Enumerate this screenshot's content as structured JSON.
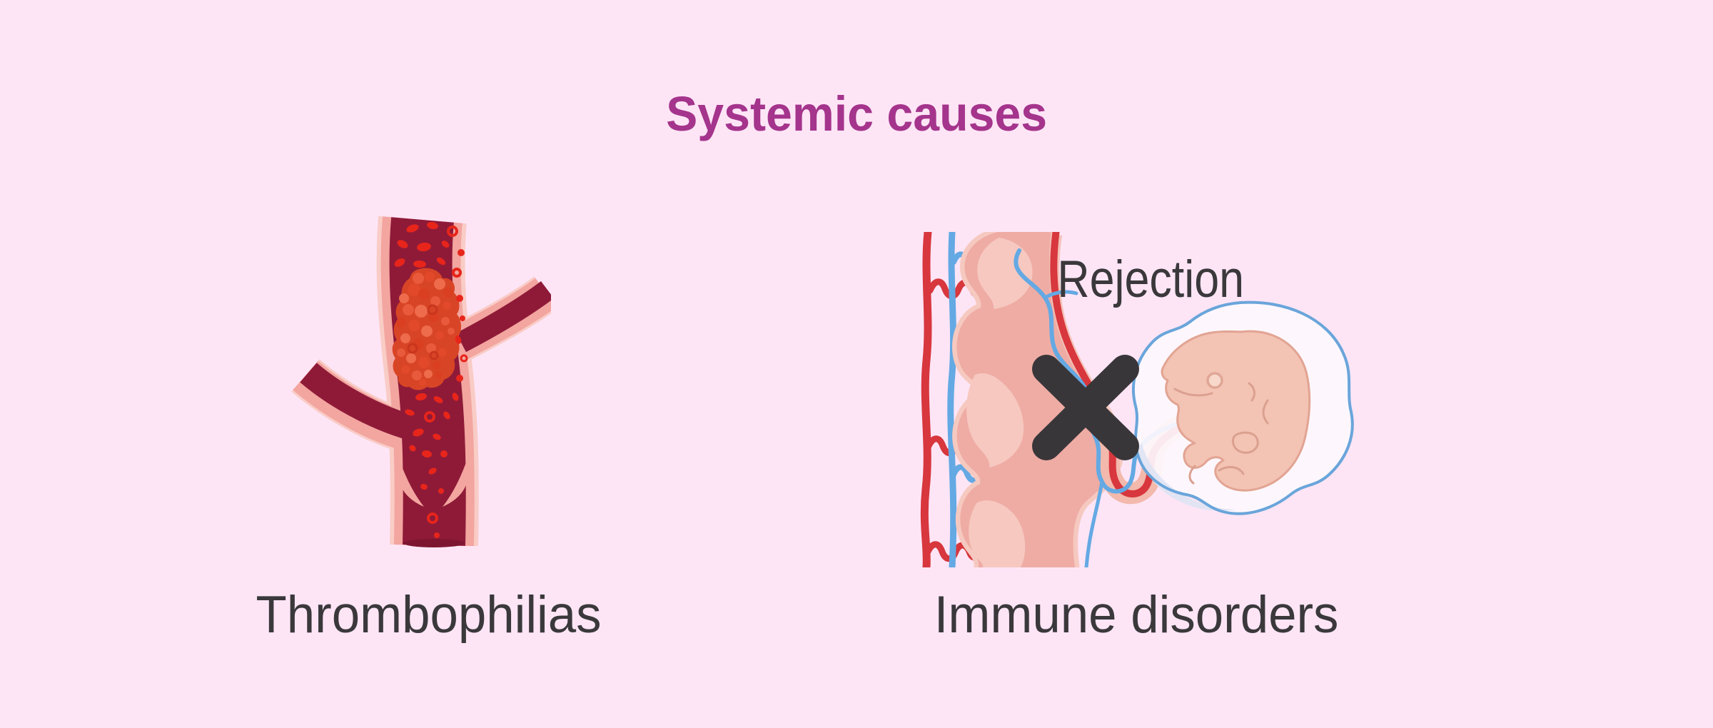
{
  "background_color": "#fde5f6",
  "title": {
    "text": "Systemic causes",
    "color": "#a4348c"
  },
  "panels": [
    {
      "id": "thrombophilias",
      "caption": "Thrombophilias",
      "illustration": "blood-vessel-with-thrombus"
    },
    {
      "id": "immune-disorders",
      "caption": "Immune disorders",
      "annotation": "Rejection",
      "illustration": "embryo-rejection-from-uterine-wall"
    }
  ],
  "colors": {
    "background": "#fde5f6",
    "title_text": "#a4348c",
    "label_text": "#3a383b",
    "vessel_wall_pink": "#f3a59f",
    "vessel_wall_light": "#f9ccc6",
    "vessel_lumen_maroon": "#8e1a38",
    "red_blood_cell": "#e7251b",
    "thrombus_orange": "#d84526",
    "artery_red": "#d7373d",
    "vein_blue": "#64a9e3",
    "endometrium_pink": "#efaca4",
    "endometrium_light": "#f6c8c0",
    "umbilical_cord_pink": "#f2b9ac",
    "gestational_sac_outline": "#6aa5da",
    "gestational_sac_fill": "#fdf8fd",
    "embryo_skin": "#f3c3b4",
    "cross_mark": "#39363a"
  }
}
